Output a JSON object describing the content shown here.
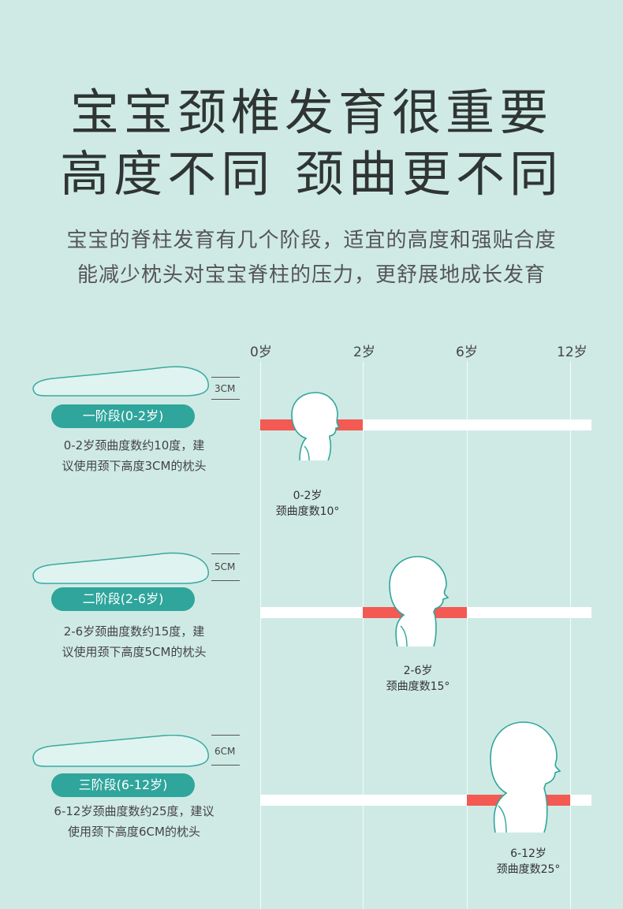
{
  "header": {
    "title_line1": "宝宝颈椎发育很重要",
    "title_line2": "高度不同  颈曲更不同",
    "sub_line1": "宝宝的脊柱发育有几个阶段，适宜的高度和强贴合度",
    "sub_line2": "能减少枕头对宝宝脊柱的压力，更舒展地成长发育"
  },
  "timeline": {
    "ages": [
      "0岁",
      "2岁",
      "6岁",
      "12岁"
    ]
  },
  "stages": [
    {
      "height": "3CM",
      "label": "一阶段(0-2岁)",
      "desc_line1": "0-2岁颈曲度数约10度，建",
      "desc_line2": "议使用颈下高度3CM的枕头",
      "cap_line1": "0-2岁",
      "cap_line2": "颈曲度数10°",
      "range": [
        0,
        2
      ]
    },
    {
      "height": "5CM",
      "label": "二阶段(2-6岁)",
      "desc_line1": "2-6岁颈曲度数约15度，建",
      "desc_line2": "议使用颈下高度5CM的枕头",
      "cap_line1": "2-6岁",
      "cap_line2": "颈曲度数15°",
      "range": [
        2,
        6
      ]
    },
    {
      "height": "6CM",
      "label": "三阶段(6-12岁)",
      "desc_line1": "6-12岁颈曲度数约25度，建议",
      "desc_line2": "使用颈下高度6CM的枕头",
      "cap_line1": "6-12岁",
      "cap_line2": "颈曲度数25°",
      "range": [
        6,
        12
      ]
    }
  ],
  "colors": {
    "background": "#cfeae5",
    "pill": "#2fa59c",
    "segment": "#f25a53",
    "outline": "#2fa59c"
  }
}
